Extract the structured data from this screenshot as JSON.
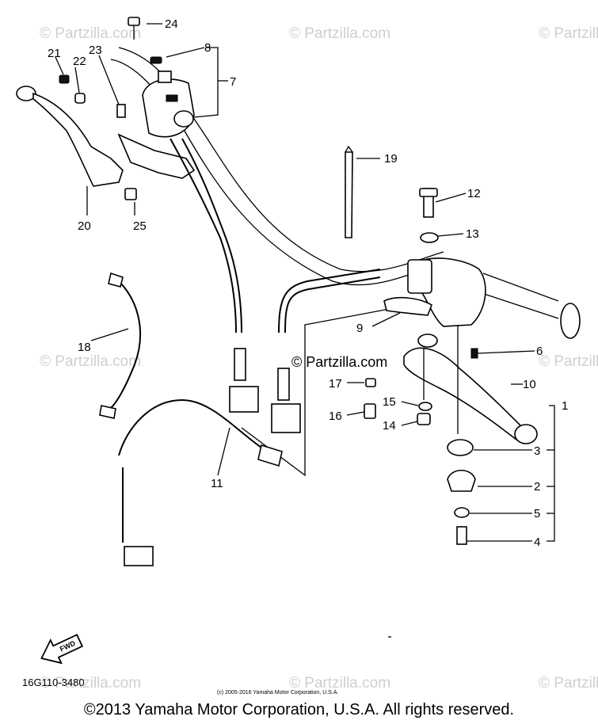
{
  "watermarks": [
    "© Partzilla.com",
    "© Partzilla.com",
    "© Partzilla.com",
    "© Partzilla.com",
    "© Partzilla.com",
    "© Partzilla.com",
    "© Partzilla.com",
    "© Partzilla.com",
    "© Partzilla.com"
  ],
  "center_watermark": "© Partzilla.com",
  "callouts": {
    "c1": "1",
    "c2": "2",
    "c3": "3",
    "c4": "4",
    "c5": "5",
    "c6": "6",
    "c7": "7",
    "c8": "8",
    "c9": "9",
    "c10": "10",
    "c11": "11",
    "c12": "12",
    "c13": "13",
    "c14": "14",
    "c15": "15",
    "c16": "16",
    "c17": "17",
    "c18": "18",
    "c19": "19",
    "c20": "20",
    "c21": "21",
    "c22": "22",
    "c23": "23",
    "c24": "24",
    "c25": "25"
  },
  "fwd_label": "FWD",
  "part_number": "16G110-3480",
  "small_copyright": "(c) 2005-2016 Yamaha Motor Corporation, U.S.A.",
  "footer_copyright": "©2013 Yamaha Motor Corporation, U.S.A. All rights reserved."
}
